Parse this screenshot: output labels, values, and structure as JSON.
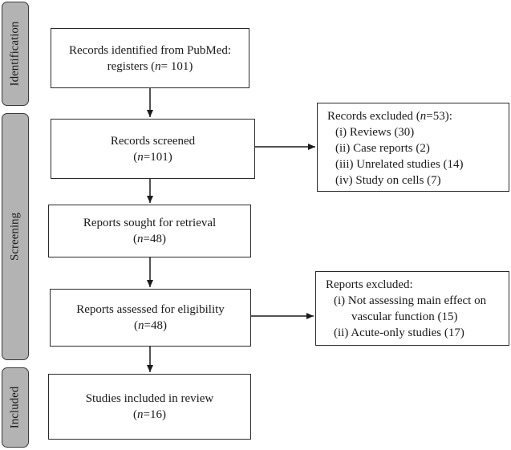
{
  "phases": {
    "identification": "Identification",
    "screening": "Screening",
    "included": "Included"
  },
  "boxes": {
    "identified": {
      "line1": "Records identified from PubMed:",
      "line2_pre": "registers (",
      "n": "n",
      "line2_post": "= 101)"
    },
    "screened": {
      "line1": "Records screened",
      "pre": "(",
      "n": "n",
      "post": "=101)"
    },
    "sought": {
      "line1": "Reports sought for retrieval",
      "pre": "(",
      "n": "n",
      "post": "=48)"
    },
    "assessed": {
      "line1": "Reports assessed for eligibility",
      "pre": "(",
      "n": "n",
      "post": "=48)"
    },
    "included": {
      "line1": "Studies included in review",
      "pre": "(",
      "n": "n",
      "post": "=16)"
    }
  },
  "records_excluded": {
    "title_pre": "Records excluded (",
    "title_n": "n",
    "title_post": "=53):",
    "items": [
      "(i) Reviews (30)",
      "(ii) Case reports (2)",
      "(iii) Unrelated studies (14)",
      "(iv) Study on cells (7)"
    ]
  },
  "reports_excluded": {
    "title": "Reports excluded:",
    "item1": "(i) Not assessing main effect on",
    "item1_cont": "vascular function (15)",
    "item2": "(ii) Acute-only studies (17)"
  }
}
